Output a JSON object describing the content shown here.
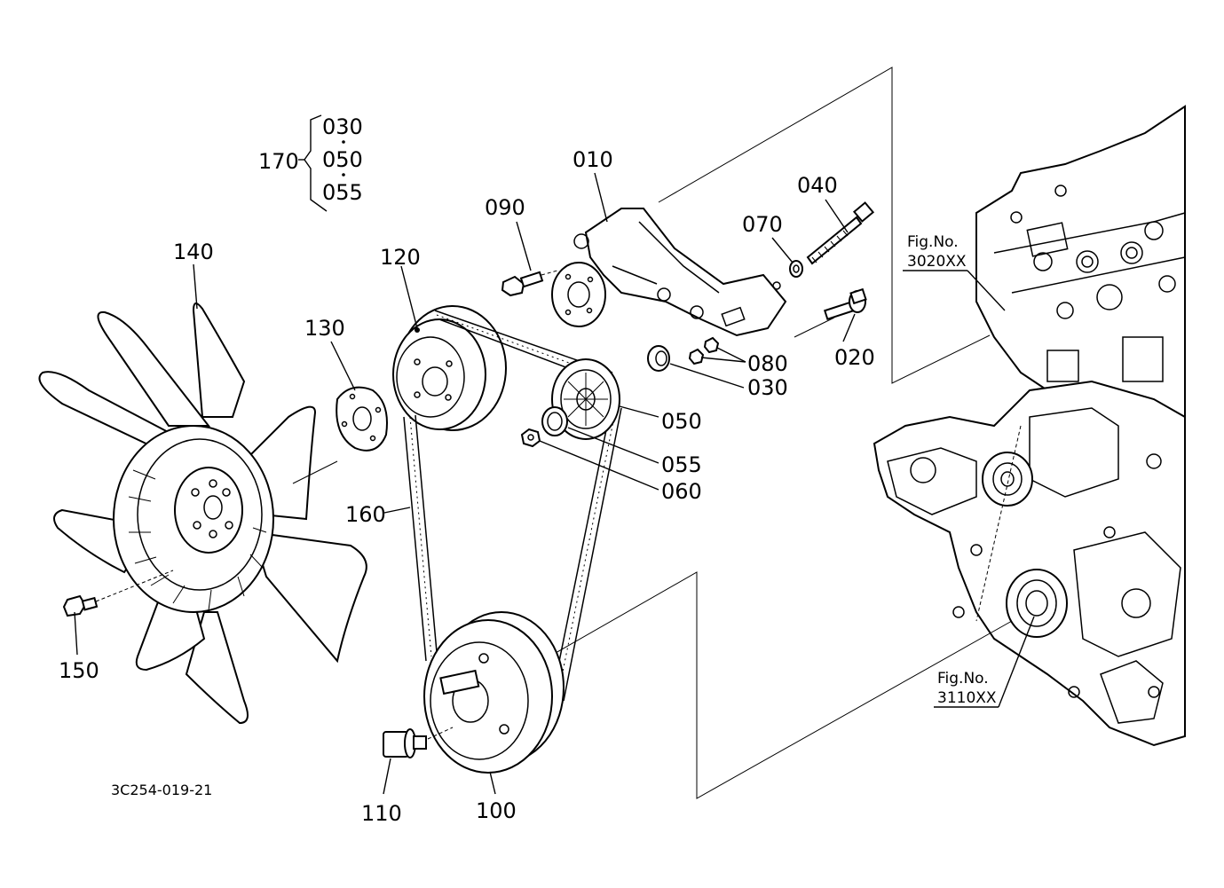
{
  "diagram_code": "3C254-019-21",
  "group_label": {
    "number": "170",
    "items": [
      "030",
      "050",
      "055"
    ]
  },
  "callouts": {
    "p010": "010",
    "p020": "020",
    "p030": "030",
    "p040": "040",
    "p050": "050",
    "p055": "055",
    "p060": "060",
    "p070": "070",
    "p080": "080",
    "p090": "090",
    "p100": "100",
    "p110": "110",
    "p120": "120",
    "p130": "130",
    "p140": "140",
    "p150": "150",
    "p160": "160"
  },
  "figure_refs": {
    "upper": {
      "label": "Fig.No.",
      "number": "3020XX"
    },
    "lower": {
      "label": "Fig.No.",
      "number": "3110XX"
    }
  },
  "colors": {
    "line": "#000000",
    "background": "#ffffff"
  }
}
